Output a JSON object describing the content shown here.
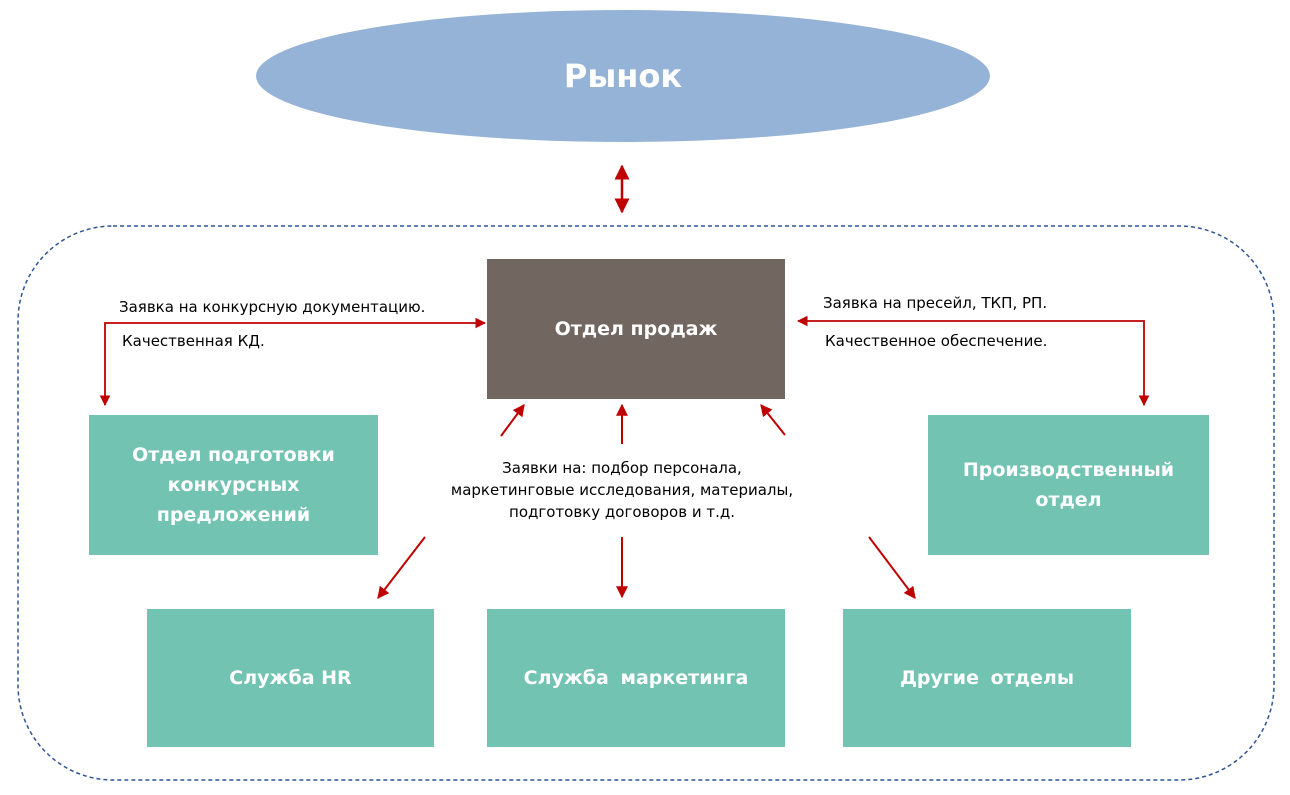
{
  "colors": {
    "market": "#95b3d7",
    "sales": "#716760",
    "department": "#72c3b2",
    "arrow": "#c00000",
    "border": "#2f5597"
  },
  "market": {
    "label": "Рынок"
  },
  "sales": {
    "label": "Отдел продаж"
  },
  "departments": {
    "tender": "Отдел подготовки конкурсных предложений",
    "production": "Производственный отдел",
    "hr": "Служба HR",
    "marketing": "Служба маркетинга",
    "other": "Другие отделы"
  },
  "labels": {
    "left_request": "Заявка на конкурсную документацию.",
    "left_result": "Качественная КД.",
    "right_request": "Заявка на пресейл, ТКП, РП.",
    "right_result": "Качественное обеспечение.",
    "center_requests": [
      "Заявки на: подбор персонала,",
      "маркетинговые исследования, материалы,",
      "подготовку договоров и т.д."
    ]
  }
}
